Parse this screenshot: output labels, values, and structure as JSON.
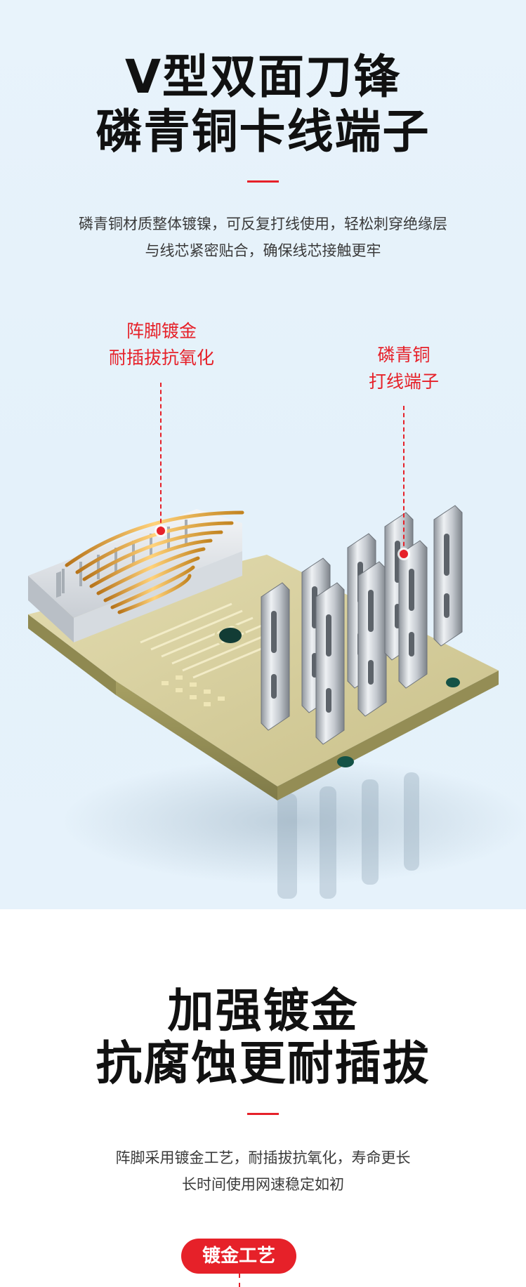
{
  "section1": {
    "title_line1": "V型双面刀锋",
    "title_line2": "磷青铜卡线端子",
    "desc_line1": "磷青铜材质整体镀镍，可反复打线使用，轻松刺穿绝缘层",
    "desc_line2": "与线芯紧密贴合，确保线芯接触更牢",
    "callout_left_line1": "阵脚镀金",
    "callout_left_line2": "耐插拔抗氧化",
    "callout_right_line1": "磷青铜",
    "callout_right_line2": "打线端子"
  },
  "section2": {
    "title_line1": "加强镀金",
    "title_line2": "抗腐蚀更耐插拔",
    "desc_line1": "阵脚采用镀金工艺，耐插拔抗氧化，寿命更长",
    "desc_line2": "长时间使用网速稳定如初",
    "badge": "镀金工艺"
  },
  "colors": {
    "accent": "#e62129",
    "section1_bg": "#e6f2fb",
    "title": "#111111"
  }
}
